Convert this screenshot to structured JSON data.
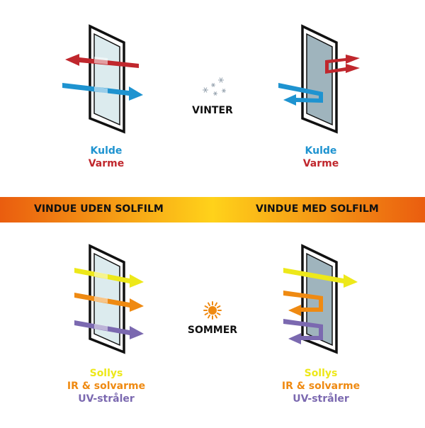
{
  "colors": {
    "cold": "#1e93d0",
    "warm": "#c0272d",
    "sunlight": "#ede81a",
    "ir": "#ef8a12",
    "uv": "#7b69b0",
    "band_edge": "#ea5d0f",
    "band_center": "#ffd21a",
    "glass_plain": "#dcebee",
    "glass_film": "#9fb4bd"
  },
  "band": {
    "left_label": "VINDUE UDEN SOLFILM",
    "right_label": "VINDUE MED SOLFILM"
  },
  "winter": {
    "title": "VINTER",
    "icon": "snowflake-icon",
    "legend": {
      "cold": "Kulde",
      "warm": "Varme"
    }
  },
  "summer": {
    "title": "SOMMER",
    "icon": "sun-icon",
    "legend": {
      "sunlight": "Sollys",
      "ir": "IR & solvarme",
      "uv": "UV-stråler"
    }
  }
}
